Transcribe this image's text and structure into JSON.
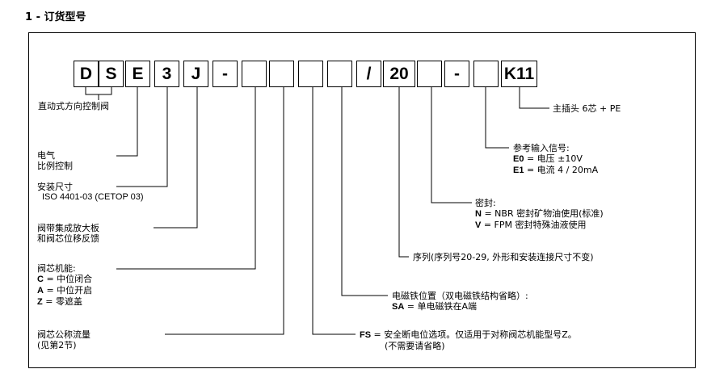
{
  "section_title": "1 - 订货型号",
  "boxes": [
    "D",
    "S",
    "E",
    "3",
    "J",
    "-",
    "",
    "",
    "",
    "",
    "/",
    "20",
    "",
    "-",
    "",
    "K11"
  ],
  "labels": {
    "direct_valve": "直动式方向控制阀",
    "electric_1": "电气",
    "electric_2": "比例控制",
    "size_1": "安装尺寸",
    "size_2": "ISO 4401-03 (CETOP 03)",
    "amp_1": "阀带集成放大板",
    "amp_2": "和阀芯位移反馈",
    "func_title": "阀芯机能:",
    "func_c_key": "C",
    "func_c_val": " = 中位闭合",
    "func_a_key": "A",
    "func_a_val": " = 中位开启",
    "func_z_key": "Z",
    "func_z_val": " = 零遮盖",
    "flow_1": "阀芯公称流量",
    "flow_2": "(见第2节)",
    "plug": "主插头 6芯 + PE",
    "ref_title": "参考输入信号:",
    "ref_e0_key": "E0",
    "ref_e0_val": " = 电压 ±10V",
    "ref_e1_key": "E1",
    "ref_e1_val": " = 电流 4 / 20mA",
    "seal_title": "密封:",
    "seal_n_key": "N",
    "seal_n_val": " = NBR 密封矿物油使用(标准)",
    "seal_v_key": "V",
    "seal_v_val": " = FPM 密封特殊油液使用",
    "series": "序列(序列号20-29, 外形和安装连接尺寸不变)",
    "sol_title": "电磁铁位置（双电磁铁结构省略）:",
    "sol_sa_key": "SA",
    "sol_sa_val": " = 单电磁铁在A端",
    "fs_key": "FS",
    "fs_val": " = 安全断电位选项。仅适用于对称阀芯机能型号Z。",
    "fs_note": "(不需要请省略)"
  }
}
